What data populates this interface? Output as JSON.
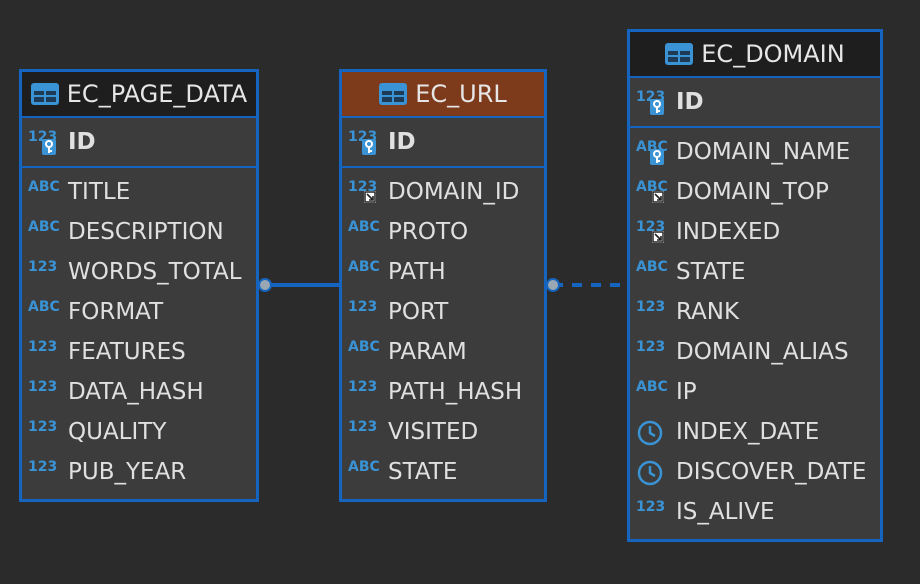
{
  "entities": {
    "page_data": {
      "title": "EC_PAGE_DATA",
      "pk": [
        {
          "name": "ID",
          "type": "123",
          "badge": "key"
        }
      ],
      "columns": [
        {
          "name": "TITLE",
          "type": "ABC"
        },
        {
          "name": "DESCRIPTION",
          "type": "ABC"
        },
        {
          "name": "WORDS_TOTAL",
          "type": "123"
        },
        {
          "name": "FORMAT",
          "type": "ABC"
        },
        {
          "name": "FEATURES",
          "type": "123"
        },
        {
          "name": "DATA_HASH",
          "type": "123"
        },
        {
          "name": "QUALITY",
          "type": "123"
        },
        {
          "name": "PUB_YEAR",
          "type": "123"
        }
      ]
    },
    "url": {
      "title": "EC_URL",
      "pk": [
        {
          "name": "ID",
          "type": "123",
          "badge": "key"
        }
      ],
      "columns": [
        {
          "name": "DOMAIN_ID",
          "type": "123",
          "badge": "fk"
        },
        {
          "name": "PROTO",
          "type": "ABC"
        },
        {
          "name": "PATH",
          "type": "ABC"
        },
        {
          "name": "PORT",
          "type": "123"
        },
        {
          "name": "PARAM",
          "type": "ABC"
        },
        {
          "name": "PATH_HASH",
          "type": "123"
        },
        {
          "name": "VISITED",
          "type": "123"
        },
        {
          "name": "STATE",
          "type": "ABC"
        }
      ]
    },
    "domain": {
      "title": "EC_DOMAIN",
      "pk": [
        {
          "name": "ID",
          "type": "123",
          "badge": "key"
        }
      ],
      "columns": [
        {
          "name": "DOMAIN_NAME",
          "type": "ABC",
          "badge": "key"
        },
        {
          "name": "DOMAIN_TOP",
          "type": "ABC",
          "badge": "fk"
        },
        {
          "name": "INDEXED",
          "type": "123",
          "badge": "fk"
        },
        {
          "name": "STATE",
          "type": "ABC"
        },
        {
          "name": "RANK",
          "type": "123"
        },
        {
          "name": "DOMAIN_ALIAS",
          "type": "123"
        },
        {
          "name": "IP",
          "type": "ABC"
        },
        {
          "name": "INDEX_DATE",
          "type": "date"
        },
        {
          "name": "DISCOVER_DATE",
          "type": "date"
        },
        {
          "name": "IS_ALIVE",
          "type": "123"
        }
      ]
    }
  },
  "relations": [
    {
      "from": "EC_PAGE_DATA",
      "to": "EC_URL",
      "style": "solid"
    },
    {
      "from": "EC_URL",
      "to": "EC_DOMAIN",
      "style": "dashed"
    }
  ],
  "colors": {
    "background": "#2b2b2b",
    "entity_body": "#3c3c3c",
    "entity_header": "#1e1e1e",
    "selected_header": "#7e3b1c",
    "border": "#1565c0",
    "type_icon": "#3a93d4"
  }
}
